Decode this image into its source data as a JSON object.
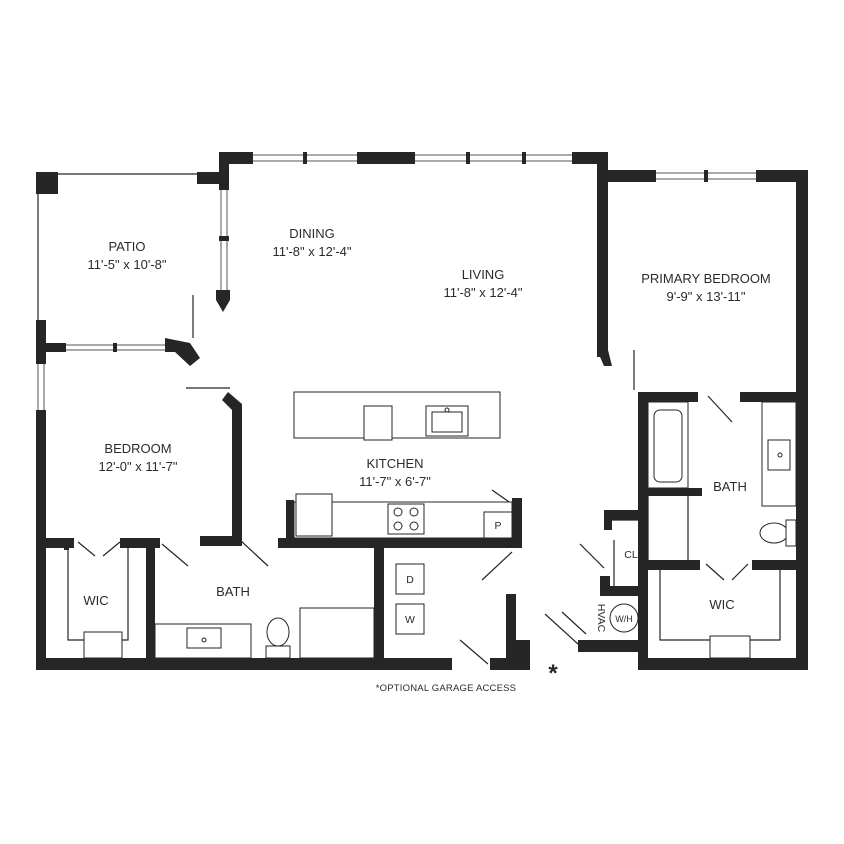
{
  "rooms": {
    "patio": {
      "name": "PATIO",
      "dims": "11'-5\" x 10'-8\""
    },
    "dining": {
      "name": "DINING",
      "dims": "11'-8\" x 12'-4\""
    },
    "living": {
      "name": "LIVING",
      "dims": "11'-8\" x 12'-4\""
    },
    "primary_bedroom": {
      "name": "PRIMARY BEDROOM",
      "dims": "9'-9\" x 13'-11\""
    },
    "bedroom": {
      "name": "BEDROOM",
      "dims": "12'-0\" x 11'-7\""
    },
    "kitchen": {
      "name": "KITCHEN",
      "dims": "11'-7\" x 6'-7\""
    },
    "bath_left": {
      "name": "BATH"
    },
    "bath_right": {
      "name": "BATH"
    },
    "wic_left": {
      "name": "WIC"
    },
    "wic_right": {
      "name": "WIC"
    }
  },
  "fixtures": {
    "pantry": "P",
    "dryer": "D",
    "washer": "W",
    "closet": "CL",
    "hvac": "HVAC",
    "water_heater": "W/H"
  },
  "footnote": {
    "marker": "*",
    "text": "*OPTIONAL GARAGE ACCESS"
  }
}
